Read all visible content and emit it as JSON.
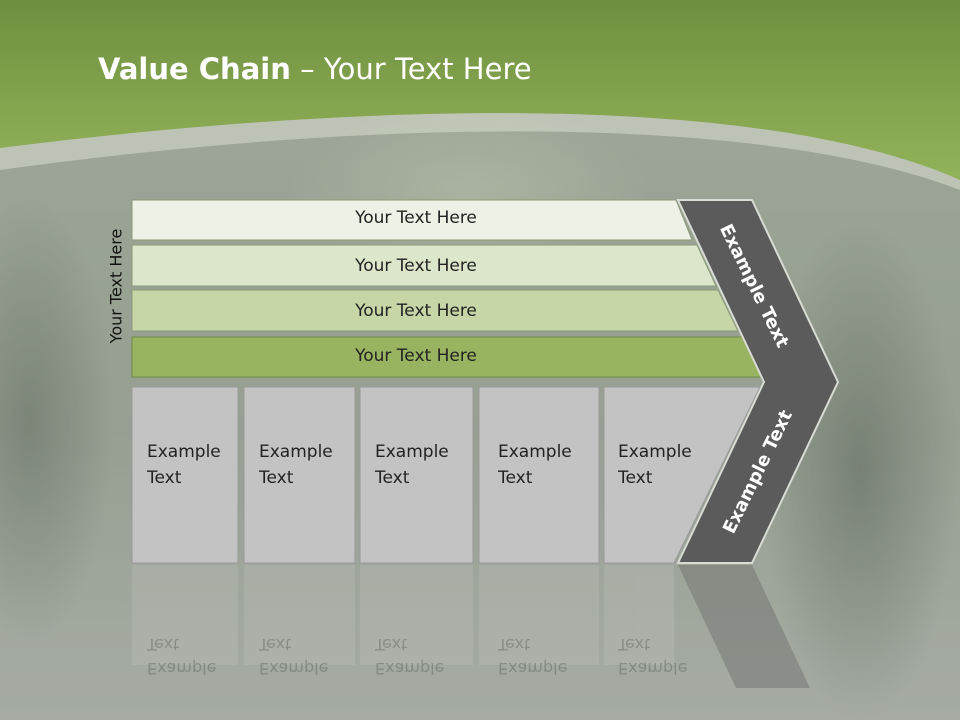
{
  "title": {
    "bold": "Value Chain",
    "rest": " – Your Text Here"
  },
  "side_label": "Your Text Here",
  "bars": [
    {
      "label": "Your Text Here"
    },
    {
      "label": "Your Text Here"
    },
    {
      "label": "Your Text Here"
    },
    {
      "label": "Your Text Here"
    }
  ],
  "columns": [
    {
      "line1": "Example",
      "line2": "Text"
    },
    {
      "line1": "Example",
      "line2": "Text"
    },
    {
      "line1": "Example",
      "line2": "Text"
    },
    {
      "line1": "Example",
      "line2": "Text"
    },
    {
      "line1": "Example",
      "line2": "Text"
    }
  ],
  "chevron": {
    "upper": "Example Text",
    "lower": "Example Text"
  },
  "colors": {
    "header_green": "#8aaa52",
    "bar_fills": [
      "#eef2e6",
      "#dce6cb",
      "#c6d6a6",
      "#98b460"
    ],
    "column_fill": "#c3c3c3",
    "chevron_fill": "#5b5b5b"
  }
}
